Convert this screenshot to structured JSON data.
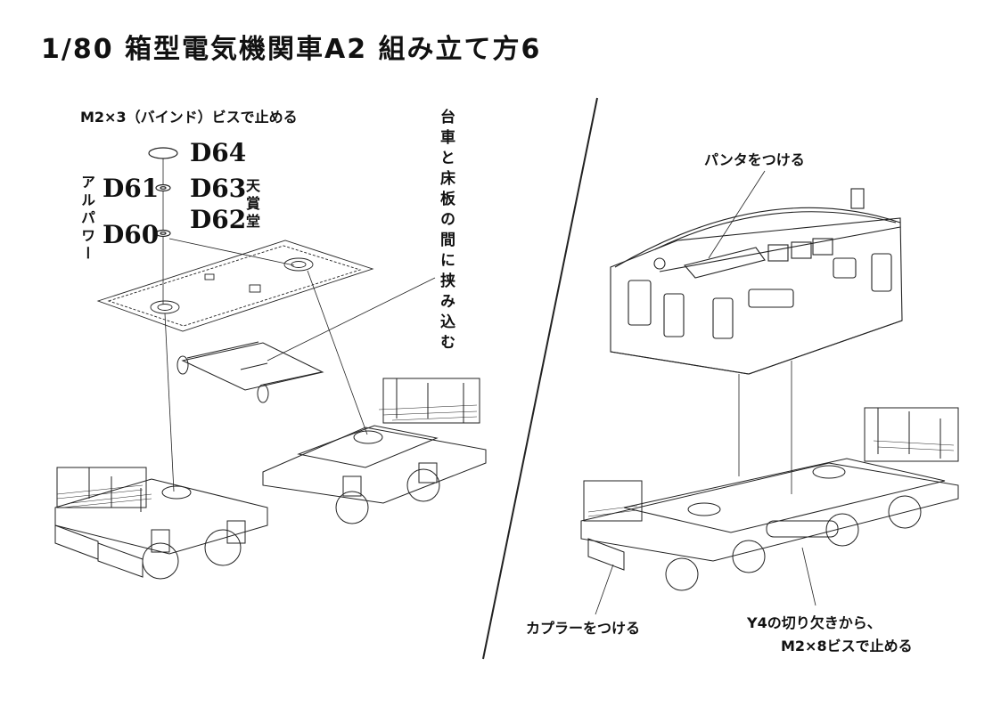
{
  "title": "1/80 箱型電気機関車A2 組み立て方6",
  "labels": {
    "screw_top": "M2×3（バインド）ビスで止める",
    "part_d64": "D64",
    "part_d63": "D63",
    "part_d62": "D62",
    "part_d61": "D61",
    "part_d60": "D60",
    "maker_tenshodo": "天賞堂",
    "maker_alpha": "アルパワー",
    "insert_between": "台車と床板の間に挟み込む",
    "attach_pantograph": "パンタをつける",
    "attach_coupler": "カプラーをつける",
    "screw_y4_line1": "Y4の切り欠きから、",
    "screw_y4_line2": "M2×8ビスで止める"
  }
}
